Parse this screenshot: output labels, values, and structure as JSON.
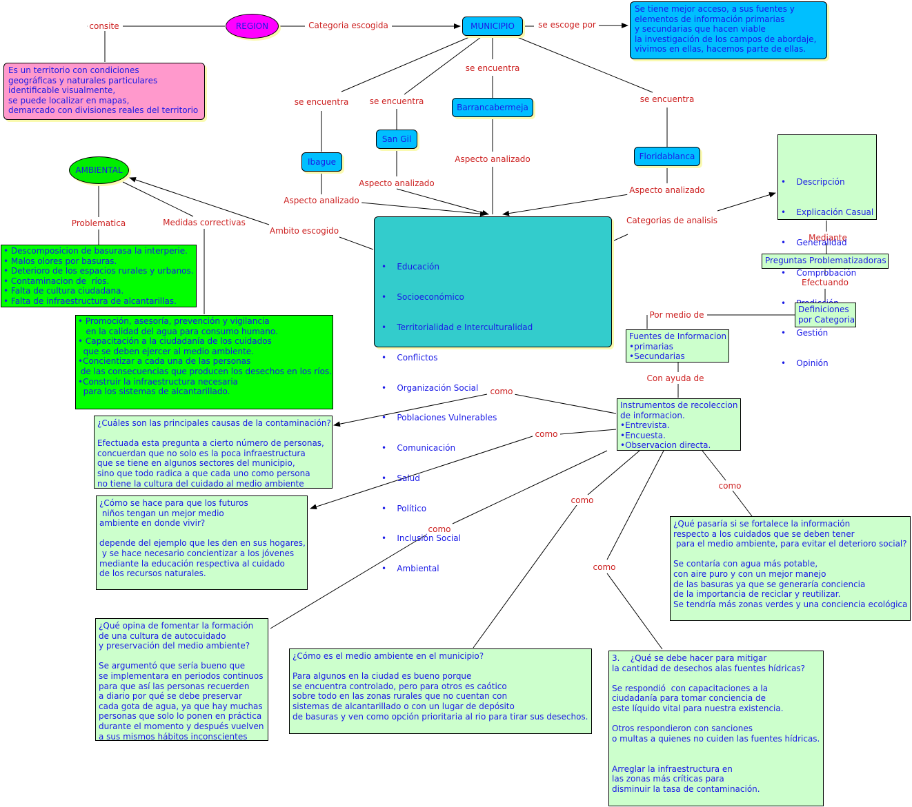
{
  "nodes": {
    "region": "REGION",
    "municipio": "MUNICIPIO",
    "region_desc": "Es un territorio con condiciones\ngeográficas y naturales particulares\nidentificable visualmente,\nse puede localizar en mapas,\ndemarcado con divisiones reales del territorio",
    "municipio_desc": "Se tiene mejor acceso, a sus fuentes y\nelementos de información primarias\ny secundarias que hacen viable\nla investigación de los campos de abordaje,\nvivimos en ellas, hacemos parte de ellas.",
    "ibague": "Ibague",
    "sangil": "San Gil",
    "barranca": "Barrancabermeja",
    "florida": "Floridablanca",
    "ambiental": "AMBIENTAL",
    "aspects": [
      "Educación",
      "Socioeconómico",
      "Territorialidad e Interculturalidad",
      "Conflictos",
      "Organización Social",
      "Poblaciones Vulnerables",
      "Comunicación",
      "Salud",
      "Político",
      "Inclusión Social",
      "Ambiental"
    ],
    "categories": [
      "Descripción",
      "Explicación Casual",
      "Generalidad",
      "Comprobación",
      "Predicción",
      "Gestión",
      "Opinión"
    ],
    "preguntas": "Preguntas Problematizadoras",
    "definiciones": "Definiciones\npor Categoria",
    "fuentes": "Fuentes de Informacion\n•primarias\n•Secundarias",
    "instrumentos": "Instrumentos de recoleccion\nde informacion.\n•Entrevista.\n•Encuesta.\n•Observacion directa.",
    "problemas": "• Descomposicion de basurasa la interperie.\n• Malos olores por basuras.\n• Deterioro de los espacios rurales y urbanos.\n• Contaminacion de  ríos.\n• Falta de cultura ciudadana.\n• Falta de infraestructura de alcantarillas.",
    "medidas": "• Promoción, asesoría, prevención y vigilancia\n   en la calidad del agua para consumo humano.\n• Capacitación a la ciudadanía de los cuidados\n  que se deben ejercer al medio ambiente.\n•Concientizar a cada una de las personas\n de las consecuencias que producen los desechos en los ríos.\n•Construir la infraestructura necesaria\n  para los sistemas de alcantarillado.",
    "q1": "¿Cuáles son las principales causas de la contaminación?\n\nEfectuada esta pregunta a cierto número de personas,\nconcuerdan que no solo es la poca infraestructura\nque se tiene en algunos sectores del municipio,\nsino que todo radica a que cada uno como persona\nno tiene la cultura del cuidado al medio ambiente",
    "q2": "¿Cómo se hace para que los futuros\n niños tengan un mejor medio\nambiente en donde vivir?\n\ndepende del ejemplo que les den en sus hogares,\n y se hace necesario concientizar a los jóvenes\nmediante la educación respectiva al cuidado\nde los recursos naturales.",
    "q3": "¿Qué opina de fomentar la formación\nde una cultura de autocuidado\ny preservación del medio ambiente?\n\nSe argumentó que sería bueno que\nse implementara en periodos continuos\npara que así las personas recuerden\na diario por qué se debe preservar\ncada gota de agua, ya que hay muchas\npersonas que solo lo ponen en práctica\ndurante el momento y después vuelven\na sus mismos hábitos inconscientes",
    "q4": "¿Cómo es el medio ambiente en el municipio?\n\nPara algunos en la ciudad es bueno porque\nse encuentra controlado, pero para otros es caótico\nsobre todo en las zonas rurales que no cuentan con\nsistemas de alcantarillado o con un lugar de depósito\nde basuras y ven como opción prioritaria al rio para tirar sus desechos.",
    "q5": "3.    ¿Qué se debe hacer para mitigar\nla cantidad de desechos alas fuentes hídricas?\n\nSe respondió  con capacitaciones a la\nciudadanía para tomar conciencia de\neste líquido vital para nuestra existencia.\n\nOtros respondieron con sanciones\no multas a quienes no cuiden las fuentes hídricas.\n\n\nArreglar la infraestructura en\nlas zonas más críticas para\ndisminuir la tasa de contaminación.",
    "q6": "¿Qué pasaría si se fortalece la información\nrespecto a los cuidados que se deben tener\n para el medio ambiente, para evitar el deterioro social?\n\nSe contaría con agua más potable,\ncon aire puro y con un mejor manejo\nde las basuras ya que se generaría conciencia\nde la importancia de reciclar y reutilizar.\nSe tendría más zonas verdes y una conciencia ecológica"
  },
  "labels": {
    "consite": "consite",
    "categoria": "Categoria escogida",
    "escoge": "se escoge por",
    "enc_ib": "se encuentra",
    "enc_sg": "se encuentra",
    "enc_ba": "se encuentra",
    "enc_fl": "se encuentra",
    "asp_ib": "Aspecto analizado",
    "asp_sg": "Aspecto analizado",
    "asp_ba": "Aspecto analizado",
    "asp_fl": "Aspecto analizado",
    "problematica": "Problematica",
    "medidas": "Medidas correctivas",
    "ambito": "Ambito escogido",
    "cat_analisis": "Categorias de analisis",
    "mediante": "Mediante",
    "efectuando": "Efectuando",
    "por_medio": "Por medio de",
    "con_ayuda": "Con ayuda de",
    "como1": "como",
    "como2": "como",
    "como3": "como",
    "como4": "como",
    "como5": "como",
    "como6": "como"
  },
  "colors": {
    "region": "#ff00ff",
    "ambiental": "#00ee00",
    "municipio": "#00bfff",
    "region_desc": "#ff99cc",
    "aspects": "#33cccc",
    "green_bright": "#00ff00",
    "green_light": "#ccffcc",
    "label": "#cc1f1f",
    "node_text": "#1a1ae6"
  }
}
